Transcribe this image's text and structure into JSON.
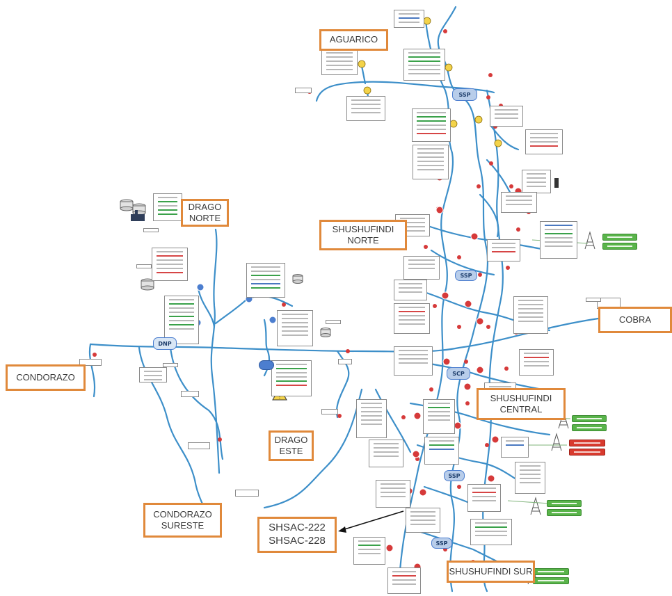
{
  "areas": {
    "aguarico": "AGUARICO",
    "drago_norte": "DRAGO\nNORTE",
    "shushufindi_norte": "SHUSHUFINDI\nNORTE",
    "cobra": "COBRA",
    "condorazo": "CONDORAZO",
    "shushufindi_central": "SHUSHUFINDI\nCENTRAL",
    "drago_este": "DRAGO\nESTE",
    "condorazo_sureste": "CONDORAZO\nSURESTE",
    "shsac": "SHSAC-222\nSHSAC-228",
    "shushufindi_sur": "SHUSHUFINDI SUR"
  },
  "nodes": {
    "ssp_1": "SSP",
    "ssp_2": "SSP",
    "scp": "SCP",
    "ssp_3": "SSP",
    "ssp_4": "SSP",
    "dnp": "DNP"
  },
  "colors": {
    "pipeline": "#3d8fc9",
    "area_border": "#e0893b",
    "node_fill": "#b8cdea",
    "junction_red": "#d63a3a",
    "junction_yellow": "#f3d34a",
    "production_green": "#59b44a",
    "production_red": "#d83a2e"
  },
  "icons": [
    "tank-cluster-icon",
    "pump-icon",
    "well-rig-icon",
    "transformer-icon",
    "arrow-icon"
  ]
}
